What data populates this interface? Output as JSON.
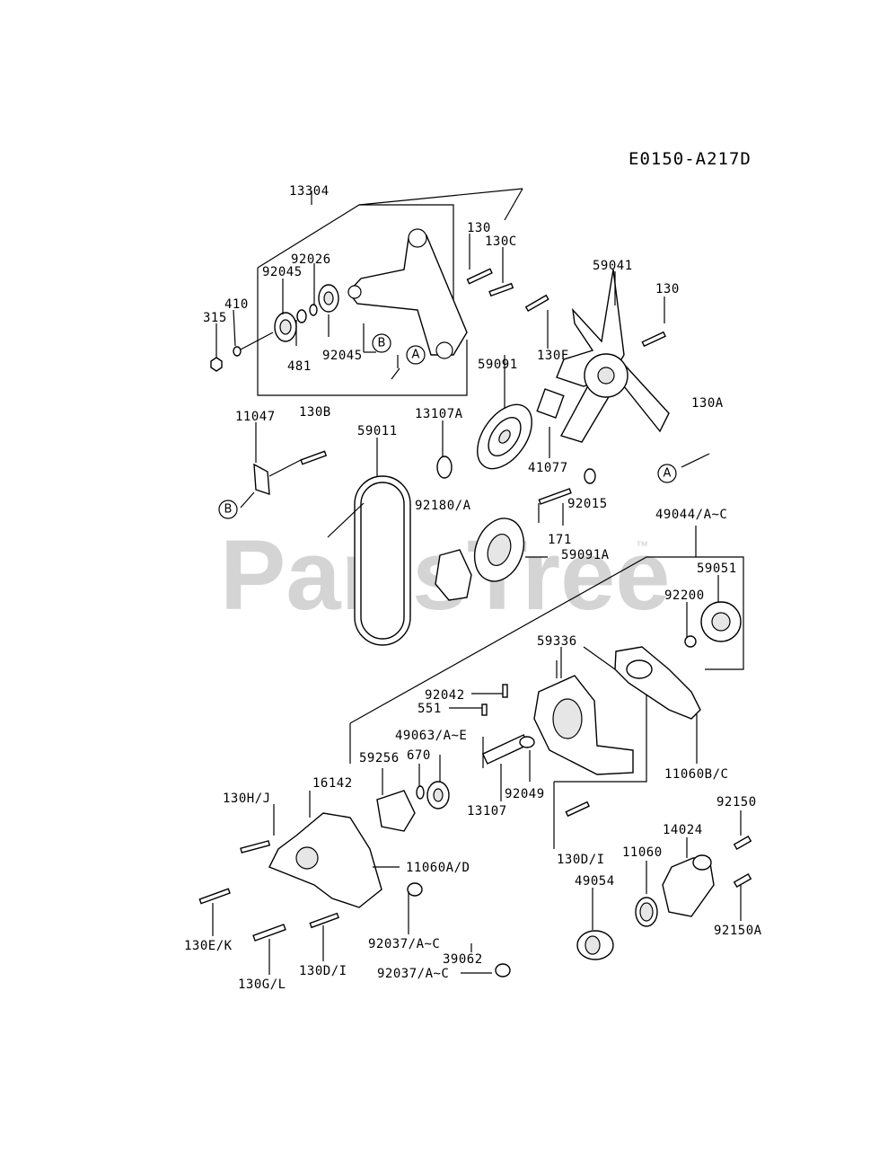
{
  "diagram": {
    "code": "E0150-A217D",
    "watermark": "PartsTree",
    "trademark": "™",
    "callouts": {
      "a": "A",
      "b": "B"
    },
    "labels": {
      "p13304": "13304",
      "p130a": "130",
      "p130c": "130C",
      "p92026": "92026",
      "p92045a": "92045",
      "p410": "410",
      "p315": "315",
      "p481": "481",
      "p92045b": "92045",
      "p130f": "130F",
      "p59041": "59041",
      "p130b": "130",
      "p59091": "59091",
      "p11047": "11047",
      "p130B": "130B",
      "p59011": "59011",
      "p13107A": "13107A",
      "p130A": "130A",
      "p41077": "41077",
      "p92180": "92180/A",
      "p92015": "92015",
      "p171": "171",
      "p59091A": "59091A",
      "p49044": "49044/A~C",
      "p59051": "59051",
      "p92200": "92200",
      "p59336": "59336",
      "p92042": "92042",
      "p551": "551",
      "p49063": "49063/A~E",
      "p59256": "59256",
      "p670": "670",
      "p16142": "16142",
      "p130HJ": "130H/J",
      "p11060AD": "11060A/D",
      "p92049": "92049",
      "p13107": "13107",
      "p11060BC": "11060B/C",
      "p92150": "92150",
      "p14024": "14024",
      "p11060": "11060",
      "p130DI": "130D/I",
      "p49054": "49054",
      "p130EK": "130E/K",
      "p92037a": "92037/A~C",
      "p39062": "39062",
      "p130DI2": "130D/I",
      "p92150A": "92150A",
      "p130GL": "130G/L",
      "p92037b": "92037/A~C"
    }
  }
}
